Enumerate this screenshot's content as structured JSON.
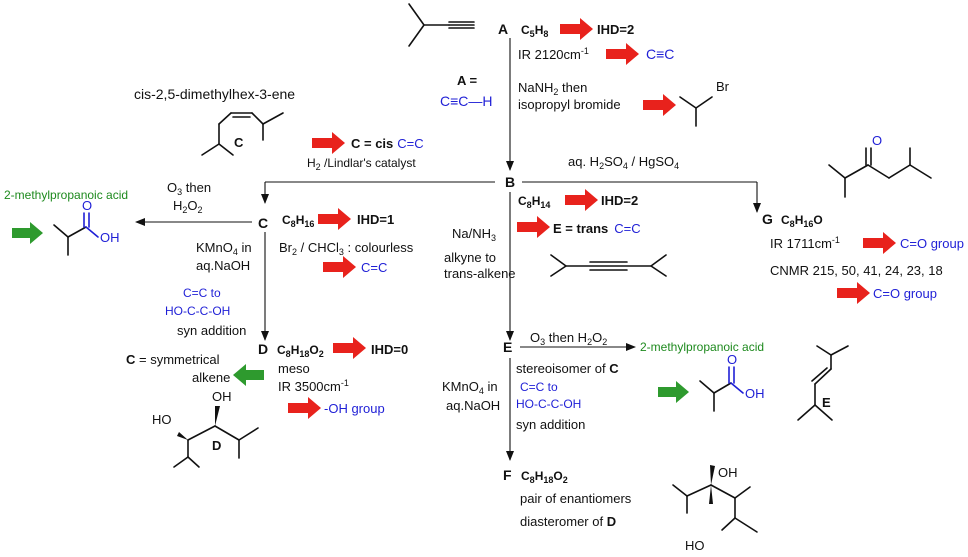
{
  "colors": {
    "text": "#111111",
    "blue": "#1f1fd6",
    "green": "#1e8a1e",
    "red": "#e8221c",
    "green_arrow": "#2e9a2e"
  },
  "compound_A": {
    "letter": "A",
    "formula_main": "C",
    "sub1": "5",
    "h": "H",
    "sub2": "8",
    "ihd": "IHD=2",
    "ir_pre": "IR 2120cm",
    "ir_sup": "-1",
    "ir_result": "C≡C"
  },
  "A_structure": {
    "label": "A =",
    "formula": "C≡C—H"
  },
  "reagents_AB": {
    "line1": "NaNH",
    "line1_sub": "2",
    "line1_post": " then",
    "line2": "isopropyl bromide",
    "br": "Br"
  },
  "compound_C_header": {
    "name": "cis-2,5-dimethylhex-3-ene",
    "struct_label": "C"
  },
  "lindlar": {
    "result_prefix": "C = cis",
    "result_suffix": "C=C",
    "reagent_pre": "H",
    "reagent_sub": "2",
    "reagent_post": " /Lindlar's catalyst"
  },
  "hydration": {
    "pre": "aq. H",
    "sub1": "2",
    "mid": "SO",
    "sub2": "4",
    "post": " / HgSO",
    "sub3": "4"
  },
  "compound_B": {
    "letter": "B",
    "f1": "C",
    "s1": "8",
    "f2": "H",
    "s2": "14",
    "ihd": "IHD=2"
  },
  "ozonolysis_C": {
    "product": "2-methylpropanoic acid",
    "line1": "O",
    "line1_sub": "3",
    "line1_post": " then",
    "line2": "H",
    "line2_sub": "2",
    "line2_mid": "O",
    "line2_sub2": "2"
  },
  "compound_C": {
    "letter": "C",
    "f1": "C",
    "s1": "8",
    "f2": "H",
    "s2": "16",
    "ihd": "IHD=1",
    "br_pre": "Br",
    "br_sub": "2",
    "br_mid": " / CHCl",
    "br_sub2": "3",
    "br_post": " : colourless",
    "br_result": "C=C"
  },
  "birch": {
    "reagent": "Na/NH",
    "reagent_sub": "3",
    "line2": "alkyne to",
    "line3": "trans-alkene",
    "result": "E = trans",
    "result_blue": "C=C"
  },
  "compound_G": {
    "letter": "G",
    "f1": "C",
    "s1": "8",
    "f2": "H",
    "s2": "16",
    "f3": "O",
    "ir_pre": "IR 1711cm",
    "ir_sup": "-1",
    "ir_result": "C=O group",
    "cnmr": "CNMR 215, 50, 41, 24, 23, 18",
    "cnmr_result": "C=O group"
  },
  "kmno4_C": {
    "line1": "KMnO",
    "line1_sub": "4",
    "line1_post": " in",
    "line2": "aq.NaOH",
    "blue1": "C=C to",
    "blue2": "HO-C-C-OH",
    "line3": "syn addition"
  },
  "compound_D": {
    "letter": "D",
    "f1": "C",
    "s1": "8",
    "f2": "H",
    "s2": "18",
    "f3": "O",
    "s3": "2",
    "ihd": "IHD=0",
    "meso": "meso",
    "ir_pre": "IR 3500cm",
    "ir_sup": "-1",
    "ir_result": "-OH group",
    "symm_pre": "C",
    "symm_post": " = symmetrical",
    "symm_line2": "alkene",
    "oh": "OH",
    "ho": "HO",
    "struct_label": "D"
  },
  "compound_E": {
    "letter": "E",
    "ozon_pre": "O",
    "ozon_sub": "3",
    "ozon_mid": " then H",
    "ozon_sub2": "2",
    "ozon_post": "O",
    "ozon_sub3": "2",
    "product": "2-methylpropanoic acid",
    "stereo_pre": "stereoisomer of ",
    "stereo_bold": "C",
    "blue1": "C=C to",
    "blue2": "HO-C-C-OH",
    "syn": "syn addition",
    "kmno4": "KMnO",
    "kmno4_sub": "4",
    "kmno4_post": " in",
    "naoh": "aq.NaOH",
    "struct_label": "E"
  },
  "compound_F": {
    "letter": "F",
    "f1": "C",
    "s1": "8",
    "f2": "H",
    "s2": "18",
    "f3": "O",
    "s3": "2",
    "line1": "pair of enantiomers",
    "line2_pre": "diasteromer of ",
    "line2_bold": "D",
    "oh": "OH",
    "ho": "HO"
  },
  "acid_struct": {
    "o": "O",
    "oh": "OH"
  },
  "ketone_struct": {
    "o": "O"
  }
}
